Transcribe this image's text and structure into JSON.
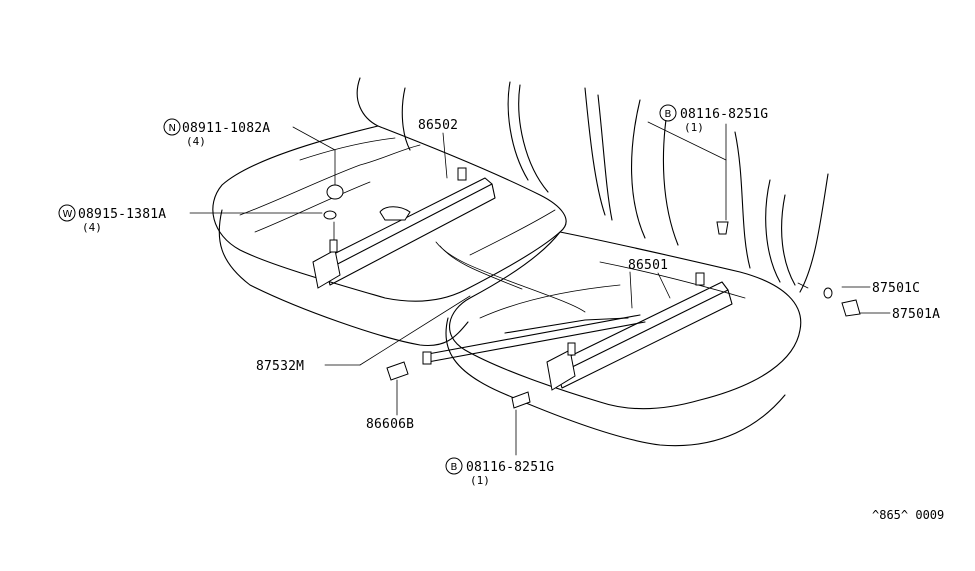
{
  "labels": {
    "nut": {
      "prefix": "N",
      "number": "08911-1082A",
      "qty": "(4)"
    },
    "washer": {
      "prefix": "W",
      "number": "08915-1381A",
      "qty": "(4)"
    },
    "adjuster_left": {
      "number": "86502"
    },
    "adjuster_right": {
      "number": "86501"
    },
    "bolt_top": {
      "prefix": "B",
      "number": "08116-8251G",
      "qty": "(1)"
    },
    "bolt_bottom": {
      "prefix": "B",
      "number": "08116-8251G",
      "qty": "(1)"
    },
    "clip": {
      "number": "87501C"
    },
    "screw": {
      "number": "87501A"
    },
    "rod": {
      "number": "87532M"
    },
    "cap": {
      "number": "86606B"
    }
  },
  "reference": "^865^ 0009"
}
